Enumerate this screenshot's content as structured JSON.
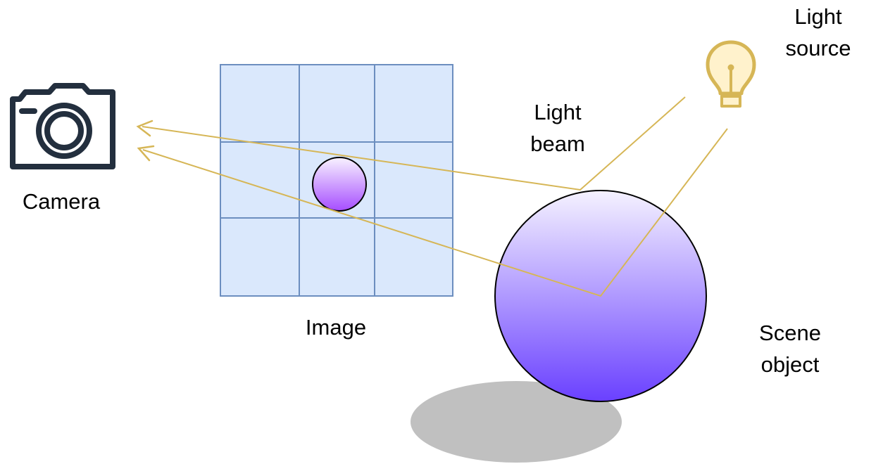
{
  "labels": {
    "camera": "Camera",
    "image": "Image",
    "light_source": [
      "Light",
      "source"
    ],
    "light_beam": [
      "Light",
      "beam"
    ],
    "scene_object": [
      "Scene",
      "object"
    ]
  },
  "icons": {
    "camera": "camera-icon",
    "light_source": "light-bulb-icon"
  },
  "image_grid": {
    "rows": 3,
    "columns": 3
  },
  "colors": {
    "grid_fill": "#dae8fc",
    "grid_stroke": "#6c8ebf",
    "beam": "#d6b656",
    "bulb_fill": "#fff2cc",
    "bulb_stroke": "#d6b656",
    "camera_stroke": "#232f3e",
    "shadow": "#c0c0c0",
    "sphere_top": "#f5f2ff",
    "sphere_bottom": "#6a40ff",
    "small_sphere_top": "#f8f2ff",
    "small_sphere_bottom": "#a64dff"
  }
}
